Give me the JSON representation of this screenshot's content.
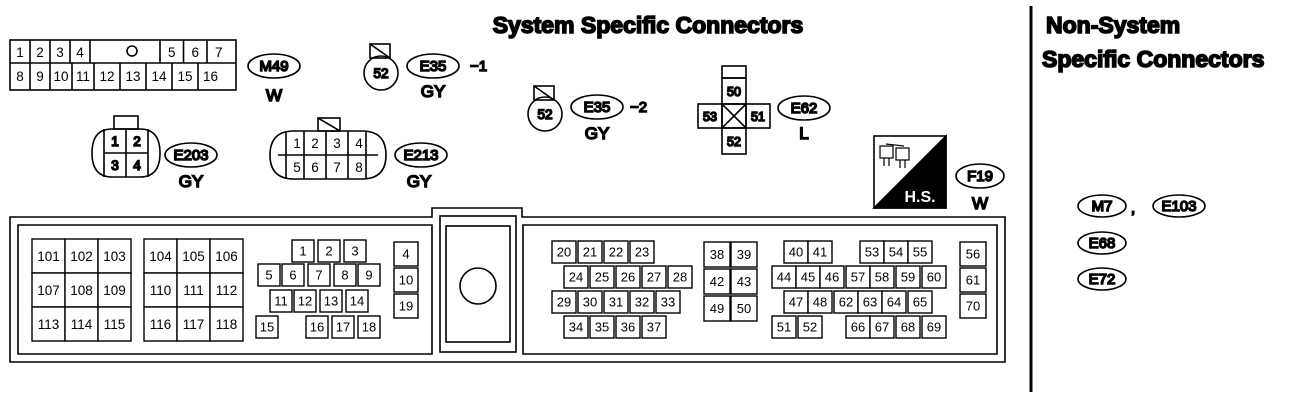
{
  "headers": {
    "system": "System Specific Connectors",
    "non_system_line1": "Non-System",
    "non_system_line2": "Specific Connectors"
  },
  "connectors": {
    "m49": {
      "id": "M49",
      "color": "W",
      "pins_row1": [
        "1",
        "2",
        "3",
        "4",
        "5",
        "6",
        "7"
      ],
      "pins_row2": [
        "8",
        "9",
        "10",
        "11",
        "12",
        "13",
        "14",
        "15",
        "16"
      ]
    },
    "e35_1": {
      "id": "E35",
      "suffix": "−1",
      "pin": "52",
      "color": "GY"
    },
    "e35_2": {
      "id": "E35",
      "suffix": "−2",
      "pin": "52",
      "color": "GY"
    },
    "e62": {
      "id": "E62",
      "color": "L",
      "pins": [
        "50",
        "53",
        "51",
        "52"
      ]
    },
    "e203": {
      "id": "E203",
      "color": "GY",
      "pins": [
        "1",
        "2",
        "3",
        "4"
      ]
    },
    "e213": {
      "id": "E213",
      "color": "GY",
      "pins_row1": [
        "1",
        "2",
        "3",
        "4"
      ],
      "pins_row2": [
        "5",
        "6",
        "7",
        "8"
      ]
    },
    "f19": {
      "id": "F19",
      "color": "W",
      "label": "H.S."
    },
    "ecm": {
      "block_a": [
        [
          "101",
          "102",
          "103"
        ],
        [
          "107",
          "108",
          "109"
        ],
        [
          "113",
          "114",
          "115"
        ]
      ],
      "block_b": [
        [
          "104",
          "105",
          "106"
        ],
        [
          "110",
          "111",
          "112"
        ],
        [
          "116",
          "117",
          "118"
        ]
      ],
      "block_c": [
        [
          "1",
          "2",
          "3"
        ],
        [
          "5",
          "6",
          "7",
          "8",
          "9"
        ],
        [
          "11",
          "12",
          "13",
          "14"
        ],
        [
          "15",
          "16",
          "17",
          "18"
        ]
      ],
      "block_d": [
        "4",
        "10",
        "19"
      ],
      "block_e": [
        [
          "20",
          "21",
          "22",
          "23"
        ],
        [
          "24",
          "25",
          "26",
          "27",
          "28"
        ],
        [
          "29",
          "30",
          "31",
          "32",
          "33"
        ],
        [
          "34",
          "35",
          "36",
          "37"
        ]
      ],
      "block_f": [
        [
          "38",
          "39"
        ],
        [
          "42",
          "43"
        ],
        [
          "49",
          "50"
        ]
      ],
      "block_g": [
        [
          "40",
          "41",
          "53",
          "54",
          "55"
        ],
        [
          "44",
          "45",
          "46",
          "57",
          "58",
          "59",
          "60"
        ],
        [
          "47",
          "48",
          "62",
          "63",
          "64",
          "65"
        ],
        [
          "51",
          "52",
          "66",
          "67",
          "68",
          "69"
        ]
      ],
      "block_h": [
        "56",
        "61",
        "70"
      ]
    }
  },
  "non_system_connectors": {
    "m7": "M7",
    "separator": ",",
    "e103": "E103",
    "e68": "E68",
    "e72": "E72"
  }
}
